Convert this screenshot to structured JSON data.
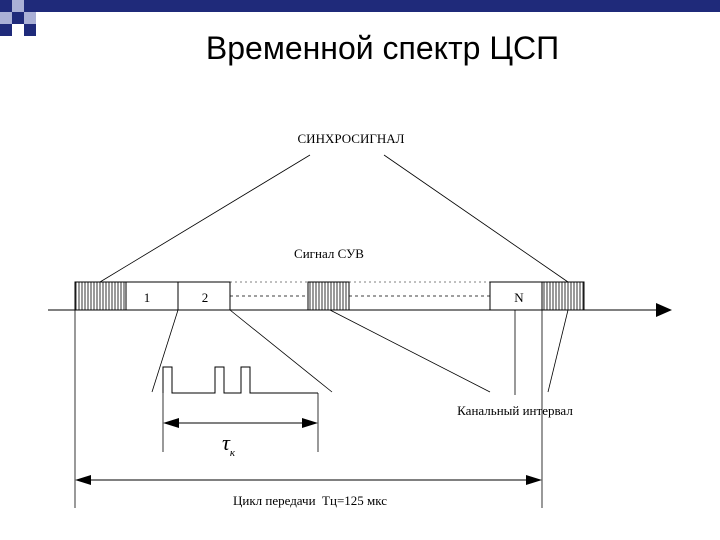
{
  "slide": {
    "title": "Временной спектр ЦСП",
    "accent_color": "#1f2a7a",
    "accent_light": "#aab0d6"
  },
  "diagram": {
    "sync_label": "СИНХРОСИГНАЛ",
    "suv_label": "Сигнал СУВ",
    "slot_1": "1",
    "slot_2": "2",
    "slot_n": "N",
    "channel_interval_label": "Канальный интервал",
    "tau_symbol": "τ",
    "tau_subscript": "к",
    "cycle_label": "Цикл передачи  Тц=125 мкс"
  }
}
